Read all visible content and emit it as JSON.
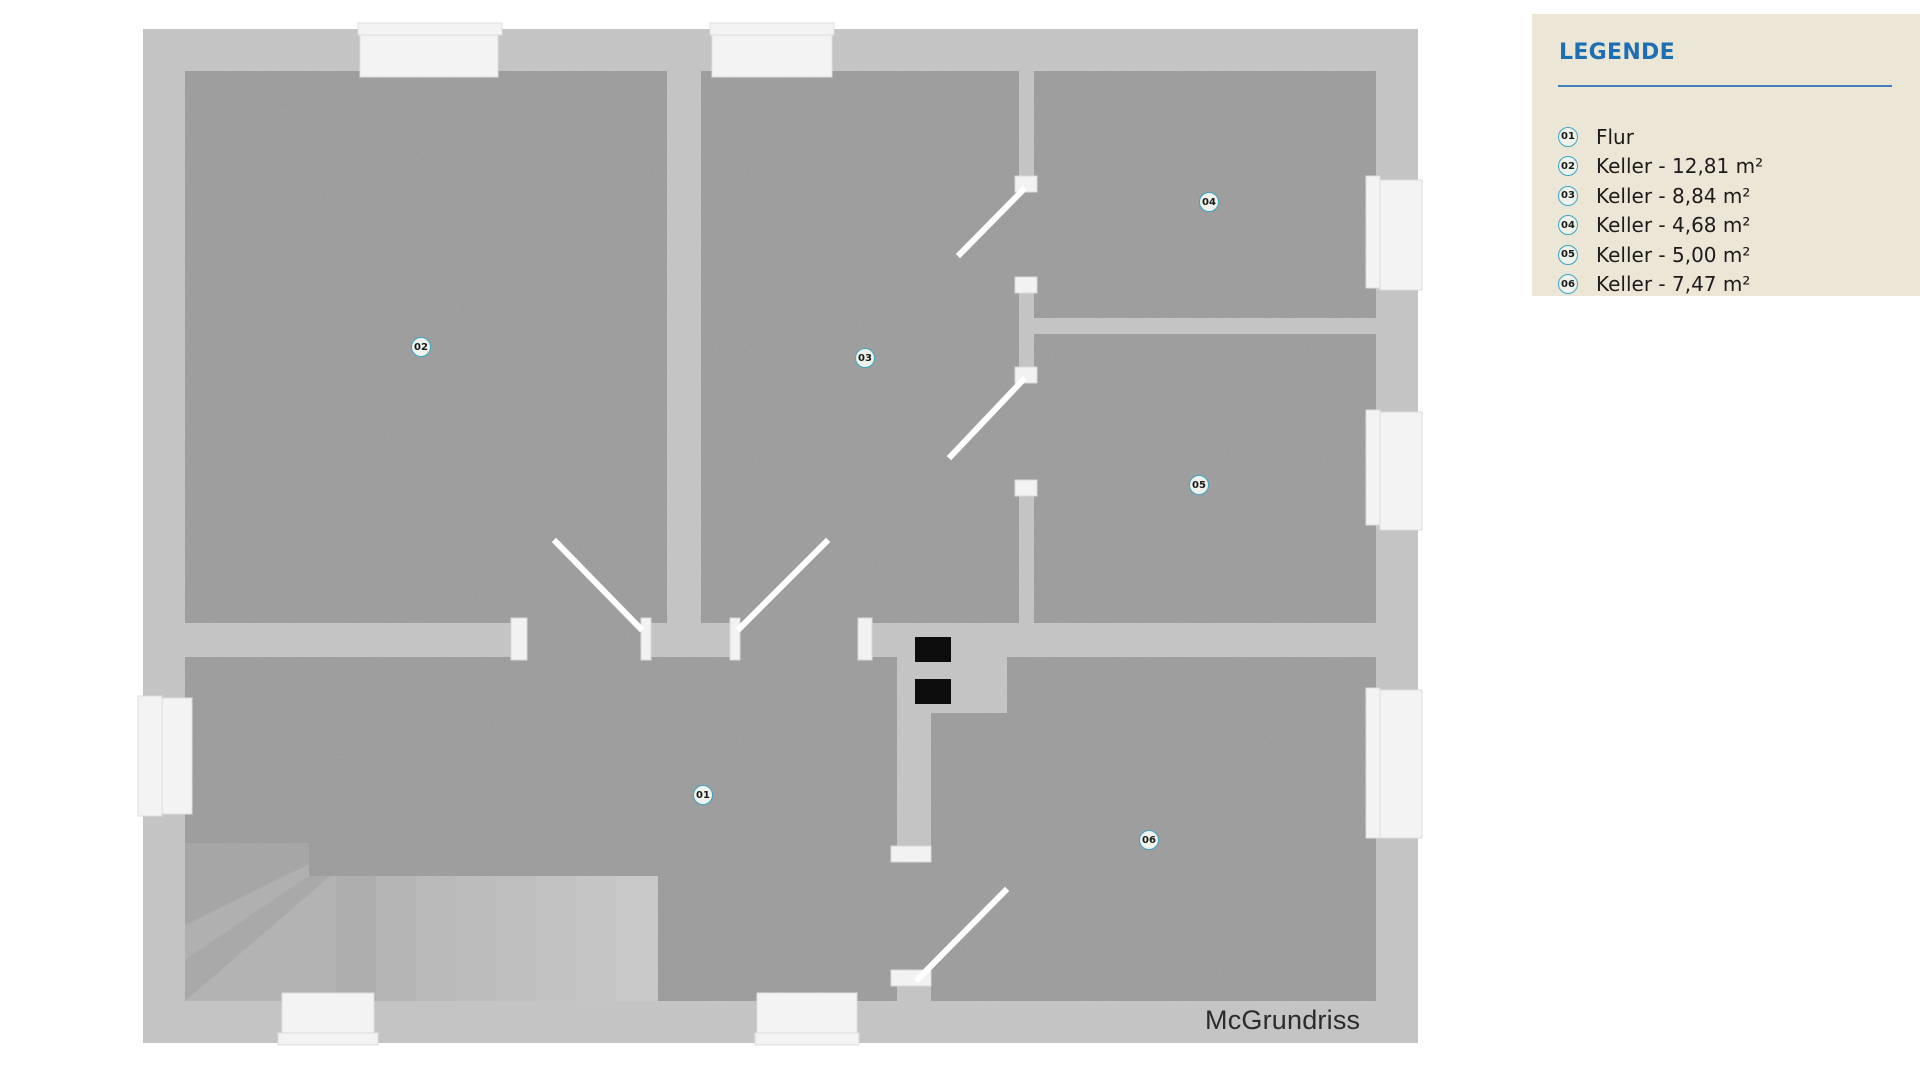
{
  "legend": {
    "title": "LEGENDE",
    "items": [
      {
        "num": "01",
        "label": "Flur"
      },
      {
        "num": "02",
        "label": "Keller - 12,81 m²"
      },
      {
        "num": "03",
        "label": "Keller - 8,84 m²"
      },
      {
        "num": "04",
        "label": "Keller - 4,68 m²"
      },
      {
        "num": "05",
        "label": "Keller - 5,00 m²"
      },
      {
        "num": "06",
        "label": "Keller - 7,47 m²"
      }
    ]
  },
  "rooms": [
    "01",
    "02",
    "03",
    "04",
    "05",
    "06"
  ],
  "watermark": "McGrundriss",
  "colors": {
    "wall": "#c4c4c4",
    "floor": "#9b9b9b",
    "legend_bg": "#ece6d6",
    "legend_title": "#1d6fb4",
    "badge_ring": "#3aa7c7"
  }
}
